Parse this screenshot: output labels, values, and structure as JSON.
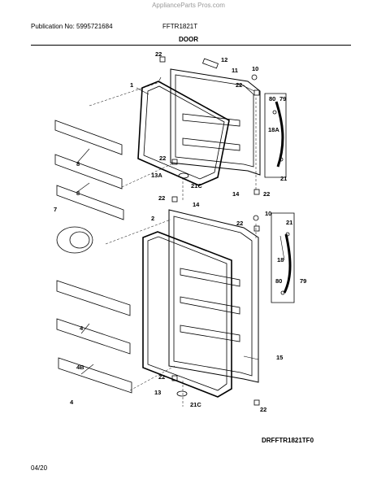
{
  "header": {
    "watermark": "ApplianceParts Pros.com",
    "publication": "Publication No: 5995721684",
    "model": "FFTR1821T",
    "title": "DOOR"
  },
  "callouts": {
    "p1": "1",
    "p2": "2",
    "p4a": "4",
    "p4b": "4",
    "p4c": "4B",
    "p7": "7",
    "p8a": "8",
    "p8b": "8",
    "p10a": "10",
    "p10b": "10",
    "p11": "11",
    "p12": "12",
    "p13": "13",
    "p13a": "13A",
    "p14a": "14",
    "p14b": "14",
    "p15": "15",
    "p18": "18",
    "p18a": "18A",
    "p21a": "21",
    "p21b": "21",
    "p21c": "21C",
    "p21d": "21C",
    "p22a": "22",
    "p22b": "22",
    "p22c": "22",
    "p22d": "22",
    "p22e": "22",
    "p22f": "22",
    "p22g": "22",
    "p22h": "22",
    "p79a": "79",
    "p79b": "79",
    "p80a": "80",
    "p80b": "80"
  },
  "footer": {
    "diagram_code": "DRFFTR1821TF0",
    "date": "04/20"
  }
}
